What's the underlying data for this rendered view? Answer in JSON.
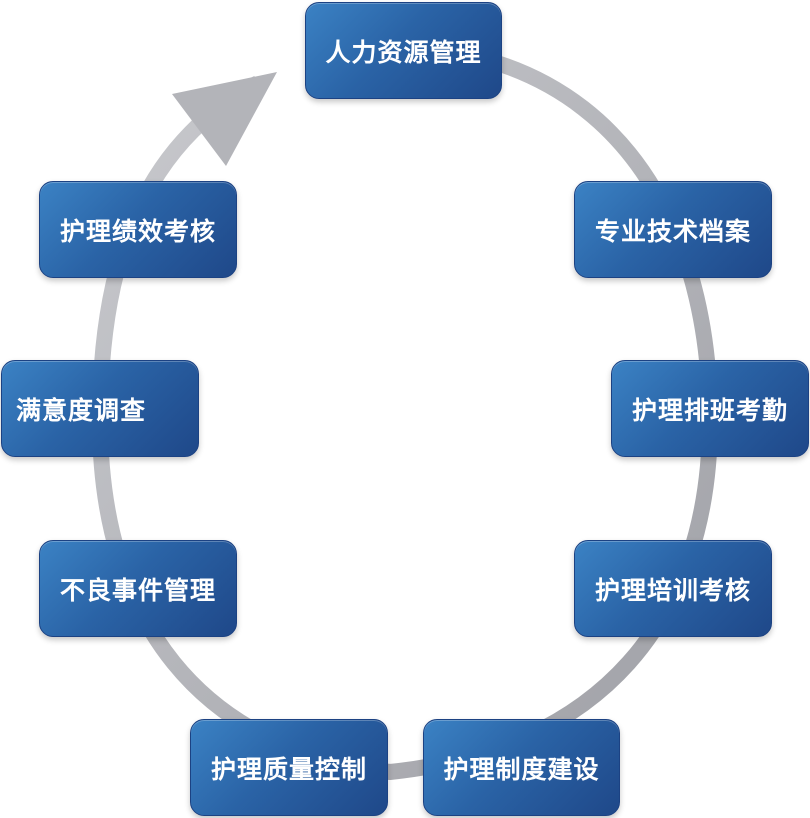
{
  "diagram": {
    "nodes": [
      {
        "id": "hr",
        "label": "人力资源管理"
      },
      {
        "id": "tech-archive",
        "label": "专业技术档案"
      },
      {
        "id": "scheduling",
        "label": "护理排班考勤"
      },
      {
        "id": "training",
        "label": "护理培训考核"
      },
      {
        "id": "system-building",
        "label": "护理制度建设"
      },
      {
        "id": "quality-control",
        "label": "护理质量控制"
      },
      {
        "id": "adverse-events",
        "label": "不良事件管理"
      },
      {
        "id": "satisfaction",
        "label": "满意度调查"
      },
      {
        "id": "performance",
        "label": "护理绩效考核"
      }
    ],
    "ring_color": "#b6b7bc",
    "arrow_color": "#b3b4b9",
    "node_color": "#2a63a6"
  }
}
